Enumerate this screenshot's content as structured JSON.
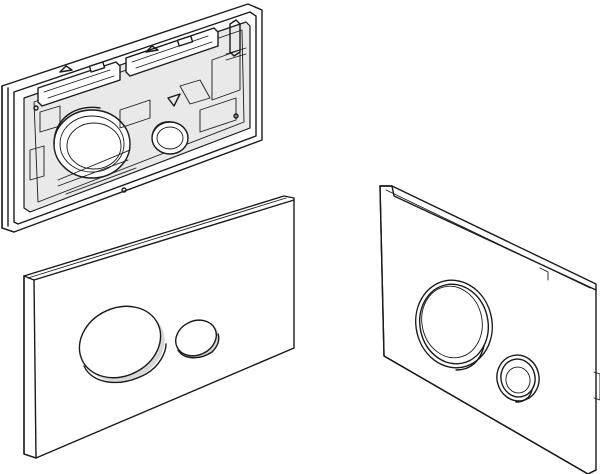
{
  "figure": {
    "parts": [
      {
        "id": "mounting-frame",
        "icon": "flush-frame-icon"
      },
      {
        "id": "plate-front",
        "icon": "flush-plate-icon"
      },
      {
        "id": "plate-angled",
        "icon": "flush-plate-icon"
      }
    ],
    "colors": {
      "stroke": "#1a1a1a",
      "background": "#ffffff",
      "shade": "#d8d8d8"
    }
  }
}
